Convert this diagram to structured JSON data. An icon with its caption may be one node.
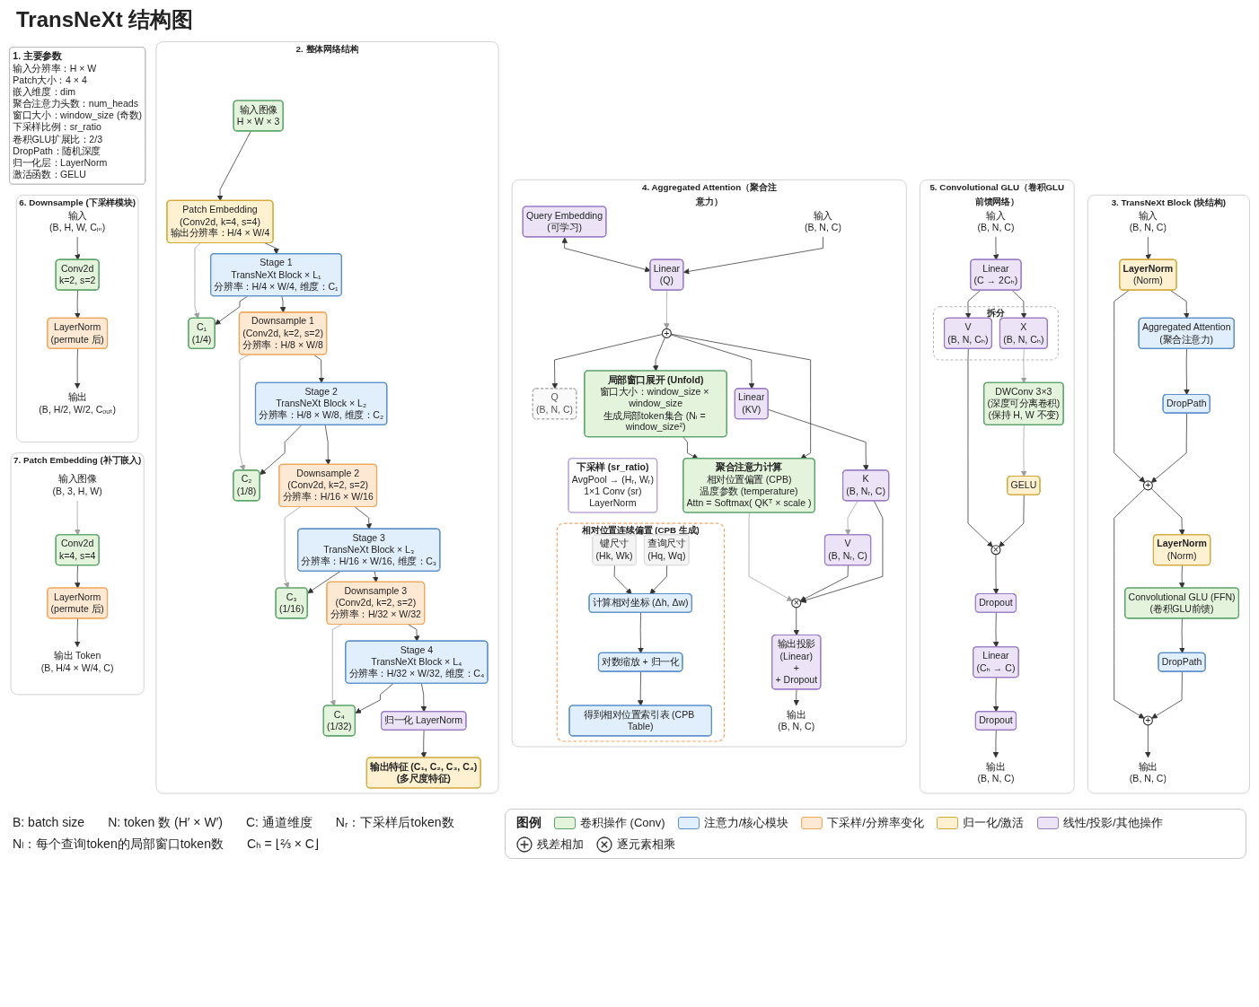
{
  "diagram": {
    "title": "TransNeXt 结构图",
    "nodes": [
      {
        "text": [
          "1. 主要参数",
          "输入分辨率：H × W",
          "Patch大小：4 × 4",
          "嵌入维度：dim",
          "聚合注意力头数：num_heads",
          "窗口大小：window_size (奇数)",
          "下采样比例：sr_ratio",
          "卷积GLU扩展比：2/3",
          "DropPath：随机深度",
          "归一化层：LayerNorm",
          "激活函数：GELU"
        ]
      },
      {
        "text": [
          "2. 整体网络结构"
        ]
      },
      {
        "text": [
          "输入图像",
          "H × W × 3"
        ],
        "in": 1
      },
      {
        "text": [
          "Patch Embedding",
          "(Conv2d, k=4, s=4)",
          "输出分辨率：H/4 × W/4"
        ],
        "in": 1
      },
      {
        "text": [
          "Stage 1",
          "TransNeXt Block × L₁",
          "分辨率：H/4 × W/4, 维度：C₁"
        ],
        "in": 1
      },
      {
        "text": [
          "C₁",
          "(1/4)"
        ],
        "in": 1
      },
      {
        "text": [
          "Downsample 1",
          "(Conv2d, k=2, s=2)",
          "分辨率：H/8 × W/8"
        ],
        "in": 1
      },
      {
        "text": [
          "Stage 2",
          "TransNeXt Block × L₂",
          "分辨率：H/8 × W/8, 维度：C₂"
        ],
        "in": 1
      },
      {
        "text": [
          "C₂",
          "(1/8)"
        ],
        "in": 1
      },
      {
        "text": [
          "Downsample 2",
          "(Conv2d, k=2, s=2)",
          "分辨率：H/16 × W/16"
        ],
        "in": 1
      },
      {
        "text": [
          "Stage 3",
          "TransNeXt Block × L₃",
          "分辨率：H/16 × W/16, 维度：C₃"
        ],
        "in": 1
      },
      {
        "text": [
          "C₃",
          "(1/16)"
        ],
        "in": 1
      },
      {
        "text": [
          "Downsample 3",
          "(Conv2d, k=2, s=2)",
          "分辨率：H/32 × W/32"
        ],
        "in": 1
      },
      {
        "text": [
          "Stage 4",
          "TransNeXt Block × L₄",
          "分辨率：H/32 × W/32, 维度：C₄"
        ],
        "in": 1
      },
      {
        "text": [
          "C₄",
          "(1/32)"
        ],
        "in": 1
      },
      {
        "text": [
          "归一化 LayerNorm"
        ],
        "in": 1
      },
      {
        "text": [
          "输出特征 (C₁, C₂, C₃, C₄)",
          "(多尺度特征)"
        ],
        "in": 1
      },
      {
        "text": [
          "3. TransNeXt Block (块结构)"
        ]
      },
      {
        "text": [
          "输入",
          "(B, N, C)"
        ],
        "in": 17
      },
      {
        "text": [
          "LayerNorm",
          "(Norm)"
        ],
        "in": 17
      },
      {
        "text": [
          "Aggregated Attention",
          "(聚合注意力)"
        ],
        "in": 17
      },
      {
        "text": [
          "DropPath"
        ],
        "in": 17
      },
      {
        "text": [
          "+"
        ],
        "in": 17
      },
      {
        "text": [
          "LayerNorm",
          "(Norm)"
        ],
        "in": 17
      },
      {
        "text": [
          "Convolutional GLU (FFN)",
          "(卷积GLU前馈)"
        ],
        "in": 17
      },
      {
        "text": [
          "DropPath"
        ],
        "in": 17
      },
      {
        "text": [
          "+"
        ],
        "in": 17
      },
      {
        "text": [
          "输出",
          "(B, N, C)"
        ],
        "in": 17
      },
      {
        "text": [
          "4. Aggregated Attention（聚合注意力）"
        ]
      },
      {
        "text": [
          "输入",
          "(B, N, C)"
        ],
        "in": 28
      },
      {
        "text": [
          "Linear",
          "(Q)"
        ],
        "in": 28
      },
      {
        "text": [
          "Query Embedding",
          "(可学习)"
        ],
        "in": 28
      },
      {
        "text": [
          "+"
        ],
        "in": 28
      },
      {
        "text": [
          "Q",
          "(B, N, C)"
        ],
        "in": 28
      },
      {
        "text": [
          "Linear",
          "(KV)"
        ],
        "in": 28
      },
      {
        "text": [
          "下采样 (sr_ratio)",
          "AvgPool → (Hᵣ, Wᵣ)",
          "1×1 Conv (sr)",
          "LayerNorm"
        ],
        "in": 28
      },
      {
        "text": [
          "K",
          "(B, Nᵣ, C)"
        ],
        "in": 28
      },
      {
        "text": [
          "V",
          "(B, Nᵣ, C)"
        ],
        "in": 28
      },
      {
        "text": [
          "局部窗口展开 (Unfold)",
          "窗口大小：window_size × window_size",
          "生成局部token集合 (Nₗ = window_size²)"
        ],
        "in": 28
      },
      {
        "text": [
          "聚合注意力计算",
          "相对位置偏置 (CPB)",
          "温度参数 (temperature)",
          "Attn = Softmax( QKᵀ × scale )"
        ],
        "in": 28
      },
      {
        "text": [
          "×"
        ],
        "in": 28
      },
      {
        "text": [
          "输出投影",
          "(Linear)",
          "+",
          "+ Dropout"
        ],
        "in": 28
      },
      {
        "text": [
          "输出",
          "(B, N, C)"
        ],
        "in": 28
      },
      {
        "text": [
          "相对位置连续偏置 (CPB 生成)"
        ],
        "in": 28
      },
      {
        "text": [
          "查询尺寸",
          "(Hq, Wq)"
        ],
        "in": 43
      },
      {
        "text": [
          "键尺寸",
          "(Hk, Wk)"
        ],
        "in": 43
      },
      {
        "text": [
          "计算相对坐标 (Δh, Δw)"
        ],
        "in": 43
      },
      {
        "text": [
          "对数缩放 + 归一化"
        ],
        "in": 43
      },
      {
        "text": [
          "得到相对位置索引表 (CPB Table)"
        ],
        "in": 43
      },
      {
        "text": [
          "5. Convolutional GLU（卷积GLU前馈网络）"
        ]
      },
      {
        "text": [
          "输入",
          "(B, N, C)"
        ],
        "in": 49
      },
      {
        "text": [
          "Linear",
          "(C → 2Cₕ)"
        ],
        "in": 49
      },
      {
        "text": [
          "拆分"
        ],
        "in": 49
      },
      {
        "text": [
          "X",
          "(B, N, Cₕ)"
        ],
        "in": 52
      },
      {
        "text": [
          "V",
          "(B, N, Cₕ)"
        ],
        "in": 52
      },
      {
        "text": [
          "DWConv 3×3",
          "(深度可分离卷积)",
          "(保持 H, W 不变)"
        ],
        "in": 49
      },
      {
        "text": [
          "GELU"
        ],
        "in": 49
      },
      {
        "text": [
          "×"
        ],
        "in": 49
      },
      {
        "text": [
          "Dropout"
        ],
        "in": 49
      },
      {
        "text": [
          "Linear",
          "(Cₕ → C)"
        ],
        "in": 49
      },
      {
        "text": [
          "Dropout"
        ],
        "in": 49
      },
      {
        "text": [
          "输出",
          "(B, N, C)"
        ],
        "in": 49
      },
      {
        "text": [
          "6. Downsample (下采样模块)"
        ]
      },
      {
        "text": [
          "输入",
          "(B, H, W, Cᵢₙ)"
        ],
        "in": 62
      },
      {
        "text": [
          "Conv2d",
          "k=2, s=2"
        ],
        "in": 62
      },
      {
        "text": [
          "LayerNorm",
          "(permute 后)"
        ],
        "in": 62
      },
      {
        "text": [
          "输出",
          "(B, H/2, W/2, Cₒᵤₜ)"
        ],
        "in": 62
      },
      {
        "text": [
          "7. Patch Embedding (补丁嵌入)"
        ]
      },
      {
        "text": [
          "输入图像",
          "(B, 3, H, W)"
        ],
        "in": 67
      },
      {
        "text": [
          "Conv2d",
          "k=4, s=4"
        ],
        "in": 67
      },
      {
        "text": [
          "LayerNorm",
          "(permute 后)"
        ],
        "in": 67
      },
      {
        "text": [
          "输出 Token",
          "(B, H/4 × W/4, C)"
        ],
        "in": 67
      }
    ],
    "edges": [
      {
        "from": 2,
        "to": 3,
        "arrow": "to"
      },
      {
        "from": 3,
        "to": 4,
        "arrow": "to"
      },
      {
        "from": 4,
        "to": 5,
        "arrow": "to"
      },
      {
        "from": 3,
        "to": 5,
        "arrow": "to",
        "color": "#9e9e9e"
      },
      {
        "from": 4,
        "to": 6,
        "arrow": "to"
      },
      {
        "from": 6,
        "to": 7,
        "arrow": "to"
      },
      {
        "from": 7,
        "to": 8,
        "arrow": "to"
      },
      {
        "from": 6,
        "to": 8,
        "arrow": "to",
        "color": "#9e9e9e"
      },
      {
        "from": 7,
        "to": 9,
        "arrow": "to"
      },
      {
        "from": 9,
        "to": 10,
        "arrow": "to"
      },
      {
        "from": 10,
        "to": 11,
        "arrow": "to"
      },
      {
        "from": 9,
        "to": 11,
        "arrow": "to",
        "color": "#9e9e9e"
      },
      {
        "from": 10,
        "to": 12,
        "arrow": "to"
      },
      {
        "from": 12,
        "to": 13,
        "arrow": "to"
      },
      {
        "from": 13,
        "to": 14,
        "arrow": "to"
      },
      {
        "from": 12,
        "to": 14,
        "arrow": "to",
        "color": "#9e9e9e"
      },
      {
        "from": 13,
        "to": 15,
        "arrow": "to"
      },
      {
        "from": 15,
        "to": 16,
        "arrow": "to"
      },
      {
        "from": 18,
        "to": 19,
        "arrow": "to"
      },
      {
        "from": 19,
        "to": 20,
        "arrow": "to"
      },
      {
        "from": 20,
        "to": 21,
        "arrow": "to"
      },
      {
        "from": 21,
        "to": 22,
        "arrow": "to"
      },
      {
        "from": 22,
        "to": 23,
        "arrow": "to"
      },
      {
        "from": 23,
        "to": 24,
        "arrow": "to"
      },
      {
        "from": 24,
        "to": 25,
        "arrow": "to"
      },
      {
        "from": 25,
        "to": 26,
        "arrow": "to"
      },
      {
        "from": 26,
        "to": 27,
        "arrow": "to"
      },
      {
        "from": 19,
        "to": 22,
        "arrow": "to"
      },
      {
        "from": 22,
        "to": 26,
        "arrow": "to"
      },
      {
        "from": 29,
        "to": 30,
        "arrow": "to"
      },
      {
        "from": 31,
        "to": 30,
        "arrow": "both"
      },
      {
        "from": 30,
        "to": 32,
        "arrow": "to",
        "color": "#9e9e9e"
      },
      {
        "from": 32,
        "to": 33,
        "arrow": "to"
      },
      {
        "from": 32,
        "to": 34,
        "arrow": "to"
      },
      {
        "from": 34,
        "to": 36,
        "arrow": "to"
      },
      {
        "from": 36,
        "to": 37,
        "arrow": "to",
        "color": "#9e9e9e"
      },
      {
        "from": 32,
        "to": 38,
        "arrow": "to"
      },
      {
        "from": 32,
        "to": 39,
        "arrow": "to"
      },
      {
        "from": 38,
        "to": 39,
        "arrow": "to"
      },
      {
        "from": 36,
        "to": 40,
        "arrow": "to"
      },
      {
        "from": 37,
        "to": 40,
        "arrow": "to"
      },
      {
        "from": 39,
        "to": 40,
        "arrow": "to",
        "color": "#9e9e9e"
      },
      {
        "from": 40,
        "to": 41,
        "arrow": "to"
      },
      {
        "from": 41,
        "to": 42,
        "arrow": "to"
      },
      {
        "from": 44,
        "to": 46,
        "arrow": "to"
      },
      {
        "from": 45,
        "to": 46,
        "arrow": "to"
      },
      {
        "from": 46,
        "to": 47,
        "arrow": "to"
      },
      {
        "from": 47,
        "to": 48,
        "arrow": "to"
      },
      {
        "from": 50,
        "to": 51,
        "arrow": "to"
      },
      {
        "from": 51,
        "to": 53,
        "arrow": "to"
      },
      {
        "from": 51,
        "to": 54,
        "arrow": "to"
      },
      {
        "from": 53,
        "to": 55,
        "arrow": "to",
        "color": "#9e9e9e"
      },
      {
        "from": 55,
        "to": 56,
        "arrow": "to",
        "color": "#9e9e9e"
      },
      {
        "from": 56,
        "to": 57,
        "arrow": "to"
      },
      {
        "from": 54,
        "to": 57,
        "arrow": "to"
      },
      {
        "from": 57,
        "to": 58,
        "arrow": "to"
      },
      {
        "from": 58,
        "to": 59,
        "arrow": "to"
      },
      {
        "from": 59,
        "to": 60,
        "arrow": "to"
      },
      {
        "from": 60,
        "to": 61,
        "arrow": "to"
      },
      {
        "from": 63,
        "to": 64,
        "arrow": "to"
      },
      {
        "from": 64,
        "to": 65,
        "arrow": "to"
      },
      {
        "from": 65,
        "to": 66,
        "arrow": "to"
      },
      {
        "from": 68,
        "to": 69,
        "arrow": "to",
        "color": "#9e9e9e"
      },
      {
        "from": 69,
        "to": 70,
        "arrow": "to"
      },
      {
        "from": 70,
        "to": 71,
        "arrow": "to"
      }
    ],
    "labels": [
      "B: batch size",
      "N: token 数 (H′ × W′)",
      "C: 通道维度",
      "Nᵣ：下采样后token数",
      "Nₗ：每个查询token的局部窗口token数",
      "Cₕ = ⌊⅔ × C⌋",
      "图例"
    ],
    "legend": [
      {
        "text": "卷积操作 (Conv)",
        "color": "#e3f3dc"
      },
      {
        "text": "注意力/核心模块",
        "color": "#e1eefb"
      },
      {
        "text": "下采样/分辨率变化",
        "color": "#fde9d3"
      },
      {
        "text": "归一化/激活",
        "color": "#fdf1d2"
      },
      {
        "text": "线性/投影/其他操作",
        "color": "#ece4f6"
      },
      {
        "text": "残差相加"
      },
      {
        "text": "逐元素相乘"
      }
    ]
  }
}
